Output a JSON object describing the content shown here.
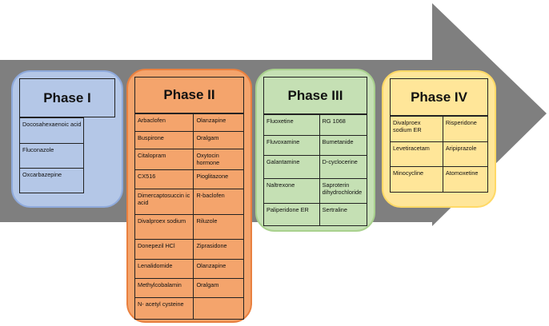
{
  "colors": {
    "arrow": "#7f7f7f"
  },
  "phases": [
    {
      "title": "Phase I",
      "fill": "#b4c7e7",
      "border": "#8faadc",
      "rows": [
        [
          "Docosahexaenoic acid"
        ],
        [
          "Fluconazole"
        ],
        [
          "Oxcarbazepine"
        ]
      ]
    },
    {
      "title": "Phase II",
      "fill": "#f4a46c",
      "border": "#e9803f",
      "rows": [
        [
          "Arbaclofen",
          "Olanzapine"
        ],
        [
          "Buspirone",
          "Oralgam"
        ],
        [
          "Citalopram",
          "Oxytocin hormone"
        ],
        [
          "CX516",
          "Pioglitazone"
        ],
        [
          "Dimercaptosuccin ic acid",
          "R-baclofen"
        ],
        [
          "Divalproex sodium",
          "Riluzole"
        ],
        [
          "Donepezil HCl",
          "Ziprasidone"
        ],
        [
          "Lenalidomide",
          "Olanzapine"
        ],
        [
          "Methylcobalamin",
          "Oralgam"
        ],
        [
          "N- acetyl cysteine",
          ""
        ]
      ]
    },
    {
      "title": "Phase III",
      "fill": "#c5e0b4",
      "border": "#a9d18e",
      "rows": [
        [
          "Fluoxetine",
          "RG 1068"
        ],
        [
          "Fluvoxamine",
          "Bumetanide"
        ],
        [
          "Galantamine",
          "D-cyclocerine"
        ],
        [
          "Naltrexone",
          "Saproterin dihydrochloride"
        ],
        [
          "Paliperidone ER",
          "Sertraline"
        ]
      ]
    },
    {
      "title": "Phase IV",
      "fill": "#ffe699",
      "border": "#ffd966",
      "rows": [
        [
          "Divalproex sodium ER",
          "Risperidone"
        ],
        [
          "Levetiracetam",
          "Aripiprazole"
        ],
        [
          "Minocycline",
          "Atomoxetine"
        ]
      ]
    }
  ]
}
